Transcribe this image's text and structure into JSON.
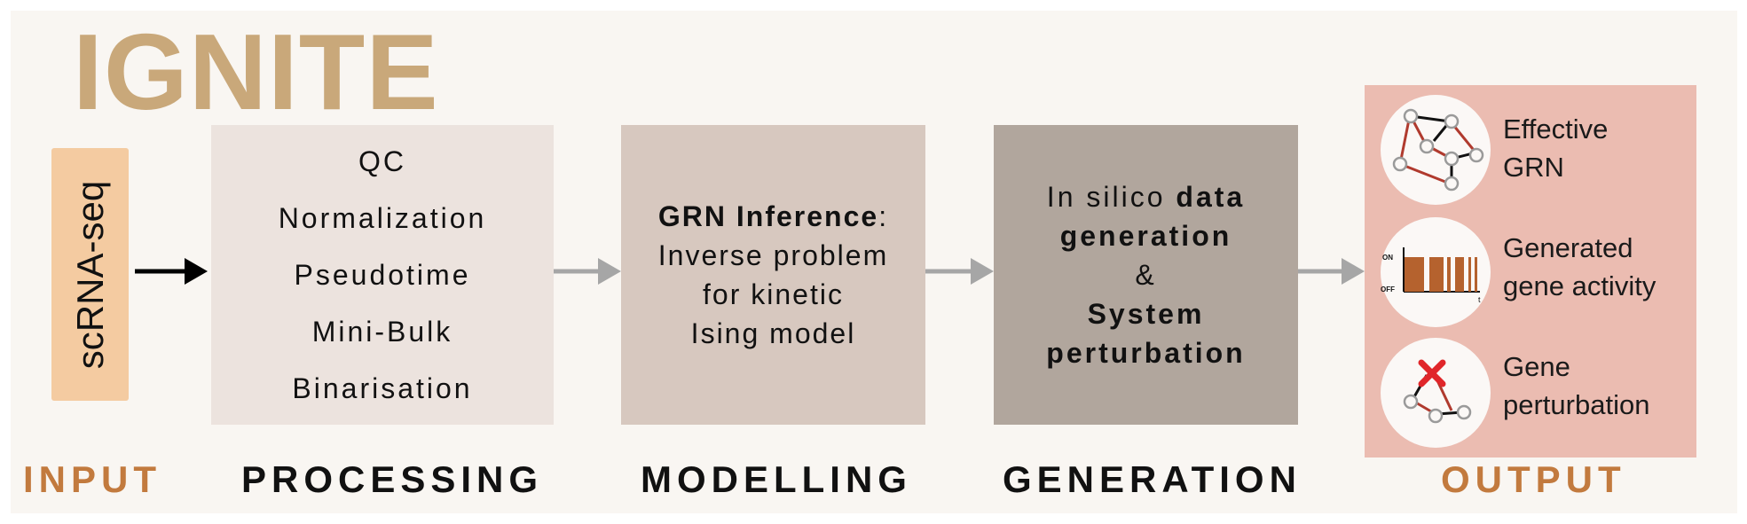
{
  "title": "IGNITE",
  "input": {
    "text": "scRNA-seq"
  },
  "processing": {
    "items": [
      "QC",
      "Normalization",
      "Pseudotime",
      "Mini-Bulk",
      "Binarisation"
    ]
  },
  "modelling": {
    "heading": "GRN Inference",
    "heading_suffix": ":",
    "lines": [
      "Inverse problem",
      "for kinetic",
      "Ising model"
    ]
  },
  "generation": {
    "line1_normal": "In silico ",
    "line1_bold": "data",
    "line2_bold": "generation",
    "line3": "&",
    "line4_bold": "System",
    "line5_bold": "perturbation"
  },
  "output": {
    "items": [
      {
        "label_l1": "Effective",
        "label_l2": "GRN",
        "icon": "network-graph-icon"
      },
      {
        "label_l1": "Generated",
        "label_l2": "gene activity",
        "icon": "activity-timeline-icon",
        "axis_on": "ON",
        "axis_off": "OFF",
        "axis_t": "t"
      },
      {
        "label_l1": "Gene",
        "label_l2": "perturbation",
        "icon": "perturbation-icon"
      }
    ]
  },
  "stages": {
    "input": "INPUT",
    "processing": "PROCESSING",
    "modelling": "MODELLING",
    "generation": "GENERATION",
    "output": "OUTPUT"
  },
  "colors": {
    "title": "#c9a87a",
    "input_box": "#f4cba1",
    "processing_box": "#ece3de",
    "modelling_box": "#d7c8bf",
    "generation_box": "#b1a69d",
    "output_box": "#ebbcb1",
    "accent_label": "#c27a3e",
    "arrow": "#a6a6a6",
    "edge_red": "#b03a2e",
    "activity_bar": "#b5622e",
    "cross": "#e0262a"
  }
}
